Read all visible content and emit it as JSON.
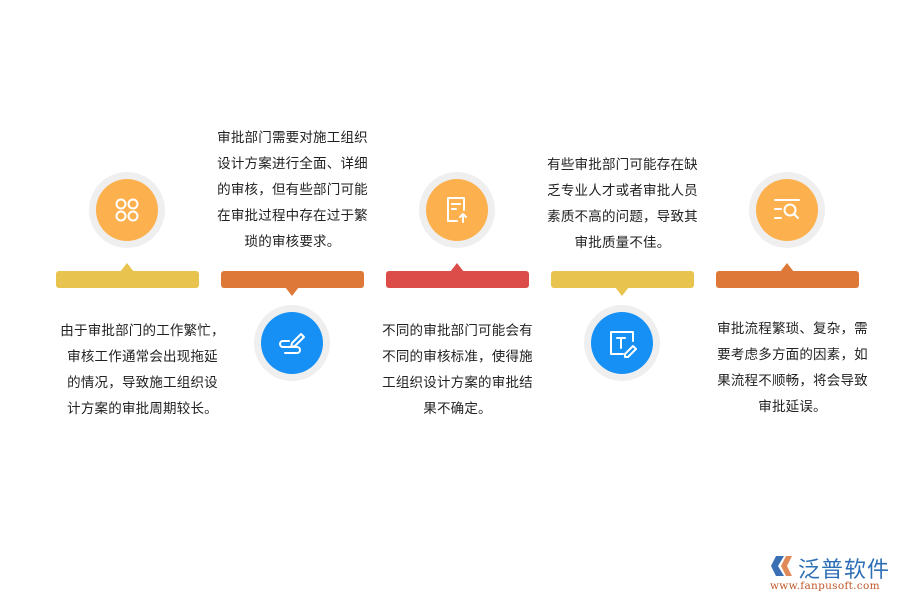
{
  "colors": {
    "yellow_bar": "#e8c34e",
    "orange_bar": "#dd7838",
    "red_bar": "#dc4d4a",
    "orange_icon": "#fdb04e",
    "blue_icon": "#1690f5",
    "ring": "#efefef"
  },
  "steps": [
    {
      "icon": "apps-grid-icon",
      "text": "由于审批部门的工作繁忙，审核工作通常会出现拖延的情况，导致施工组织设计方案的审批周期较长。",
      "lines": [
        "由于审批部门的工作繁忙，",
        "审核工作通常会出现拖延",
        "的情况，导致施工组织设",
        "计方案的审批周期较长。"
      ]
    },
    {
      "icon": "signature-pen-icon",
      "text": "审批部门需要对施工组织设计方案进行全面、详细的审核，但有些部门可能在审批过程中存在过于繁琐的审核要求。",
      "lines": [
        "审批部门需要对施工组织",
        "设计方案进行全面、详细",
        "的审核，但有些部门可能",
        "在审批过程中存在过于繁",
        "琐的审核要求。"
      ]
    },
    {
      "icon": "document-upload-icon",
      "text": "不同的审批部门可能会有不同的审核标准，使得施工组织设计方案的审批结果不确定。",
      "lines": [
        "不同的审批部门可能会有",
        "不同的审核标准，使得施",
        "工组织设计方案的审批结",
        "果不确定。"
      ]
    },
    {
      "icon": "text-edit-icon",
      "text": "有些审批部门可能存在缺乏专业人才或者审批人员素质不高的问题，导致其审批质量不佳。",
      "lines": [
        "有些审批部门可能存在缺",
        "乏专业人才或者审批人员",
        "素质不高的问题，导致其",
        "审批质量不佳。"
      ]
    },
    {
      "icon": "list-search-icon",
      "text": "审批流程繁琐、复杂，需要考虑多方面的因素，如果流程不顺畅，将会导致审批延误。",
      "lines": [
        "审批流程繁琐、复杂，需",
        "要考虑多方面的因素，如",
        "果流程不顺畅，将会导致",
        "审批延误。"
      ]
    }
  ],
  "logo": {
    "brand": "泛普软件",
    "url": "www.fanpusoft.com"
  }
}
